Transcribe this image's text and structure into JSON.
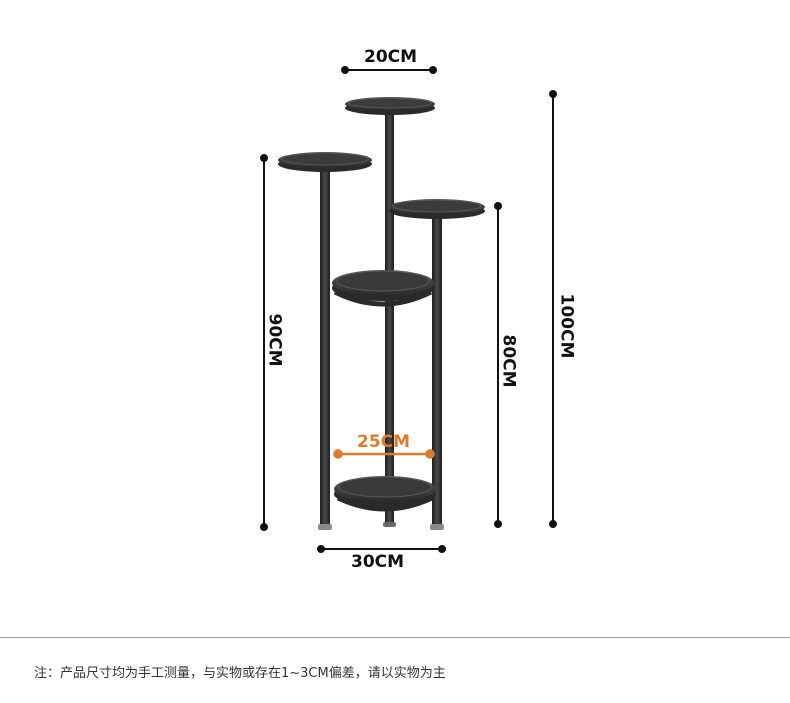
{
  "dimensions": {
    "top_tray_diameter": "20CM",
    "inner_tray_diameter": "25CM",
    "base_width": "30CM",
    "left_height": "90CM",
    "right_height": "80CM",
    "total_height": "100CM"
  },
  "footer": {
    "note": "注：产品尺寸均为手工测量，与实物或存在1~3CM偏差，请以实物为主"
  },
  "colors": {
    "background": "#ffffff",
    "frame": "#2d2d2d",
    "dimension_line": "#111111",
    "accent": "#e07a2e"
  }
}
